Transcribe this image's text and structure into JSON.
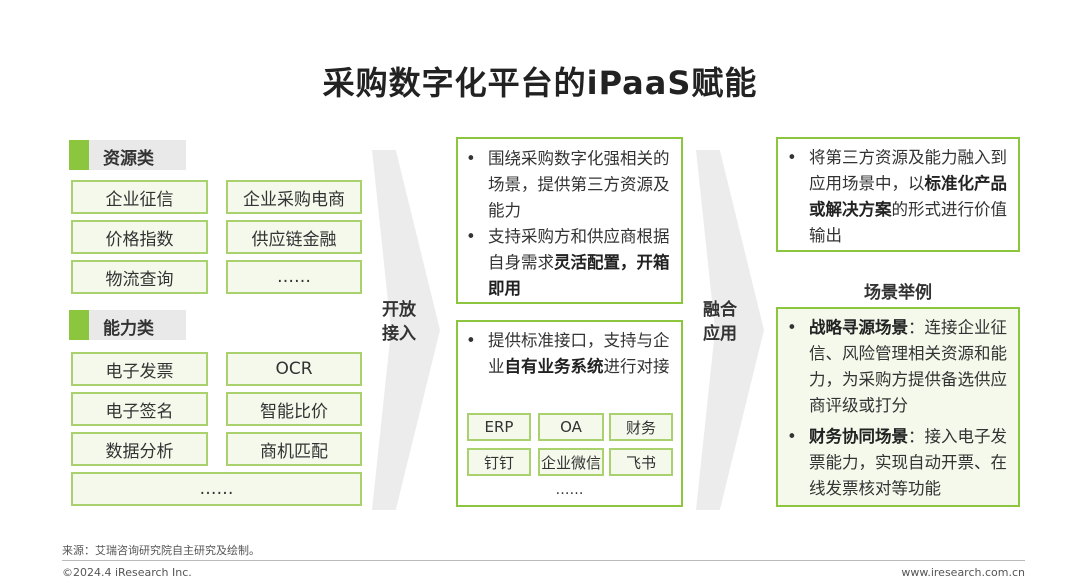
{
  "title": "采购数字化平台的iPaaS赋能",
  "resources": {
    "header": "资源类",
    "items": [
      "企业征信",
      "企业采购电商",
      "价格指数",
      "供应链金融",
      "物流查询",
      "……"
    ]
  },
  "abilities": {
    "header": "能力类",
    "items": [
      "电子发票",
      "OCR",
      "电子签名",
      "智能比价",
      "数据分析",
      "商机匹配",
      "……"
    ]
  },
  "arrow1": {
    "line1": "开放",
    "line2": "接入"
  },
  "arrow2": {
    "line1": "融合",
    "line2": "应用"
  },
  "bullet": "•",
  "box1": {
    "b1": "围绕采购数字化强相关的场景，提供第三方资源及能力",
    "b2_pre": "支持采购方和供应商根据自身需求",
    "b2_bold": "灵活配置，开箱即用"
  },
  "box2": {
    "b1_pre": "提供标准接口，支持与企业",
    "b1_bold": "自有业务系统",
    "b1_post": "进行对接",
    "systems": [
      "ERP",
      "OA",
      "财务",
      "钉钉",
      "企业微信",
      "飞书"
    ],
    "more": "……"
  },
  "box3": {
    "pre": "将第三方资源及能力融入到应用场景中，以",
    "bold": "标准化产品或解决方案",
    "post": "的形式进行价值输出"
  },
  "scenes": {
    "title": "场景举例",
    "s1_bold": "战略寻源场景",
    "s1_text": "：连接企业征信、风险管理相关资源和能力，为采购方提供备选供应商评级或打分",
    "s2_bold": "财务协同场景",
    "s2_text": "：接入电子发票能力，实现自动开票、在线发票核对等功能"
  },
  "footer": {
    "source": "来源：艾瑞咨询研究院自主研究及绘制。",
    "copyright": "©2024.4 iResearch Inc.",
    "url": "www.iresearch.com.cn"
  },
  "colors": {
    "accent": "#8cc63f",
    "cell_border": "#a9d26e",
    "cell_fill": "#f4f9ec",
    "arrow": "#ececec"
  }
}
